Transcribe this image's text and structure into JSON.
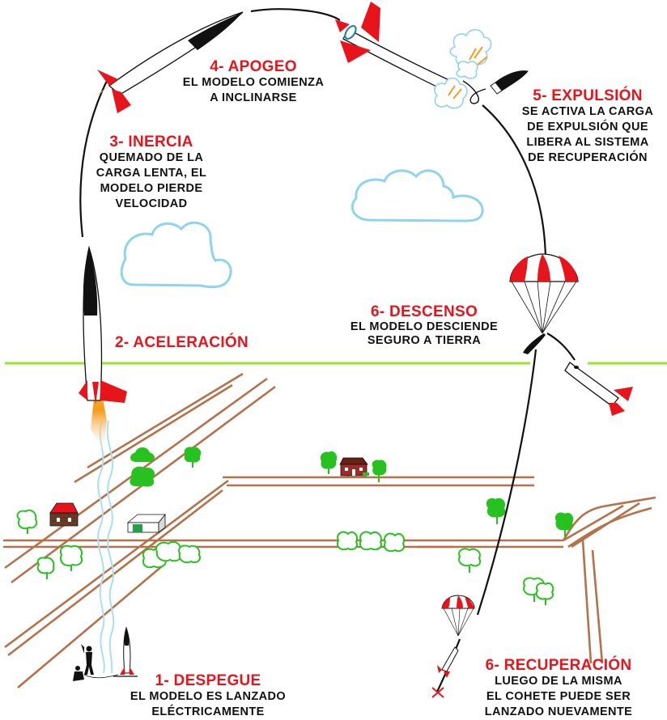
{
  "stages": {
    "apogeo": {
      "title": "4- APOGEO",
      "lines": [
        "EL MODELO COMIENZA",
        "A INCLINARSE"
      ]
    },
    "inercia": {
      "title": "3- INERCIA",
      "lines": [
        "QUEMADO DE LA",
        "CARGA LENTA, EL",
        "MODELO PIERDE",
        "VELOCIDAD"
      ]
    },
    "aceleracion": {
      "title": "2- ACELERACIÓN"
    },
    "expulsion": {
      "title": "5- EXPULSIÓN",
      "lines": [
        "SE ACTIVA LA CARGA",
        "DE EXPULSIÓN QUE",
        "LIBERA AL SISTEMA",
        "DE RECUPERACIÓN"
      ]
    },
    "descenso": {
      "title": "6- DESCENSO",
      "lines": [
        "EL MODELO DESCIENDE",
        "SEGURO A TIERRA"
      ]
    },
    "despegue": {
      "title": "1- DESPEGUE",
      "lines": [
        "EL MODELO ES LANZADO",
        "ELÉCTRICAMENTE"
      ]
    },
    "recuperacion": {
      "title": "6- RECUPERACIÓN",
      "lines": [
        "LUEGO DE LA MISMA",
        "EL COHETE PUEDE SER",
        "LANZADO NUEVAMENTE"
      ]
    }
  },
  "colors": {
    "accent_red": "#e8141b",
    "road_brown": "#b5714a",
    "tree_green": "#27c21f",
    "horizon_green": "#9be22b",
    "cloud_blue": "#8fd3ef",
    "line_black": "#111111"
  },
  "icons": [
    "rocket-icon",
    "parachute-icon",
    "cloud-icon",
    "tree-icon",
    "house-icon",
    "barn-icon",
    "person-icon",
    "landing-mark-icon"
  ]
}
